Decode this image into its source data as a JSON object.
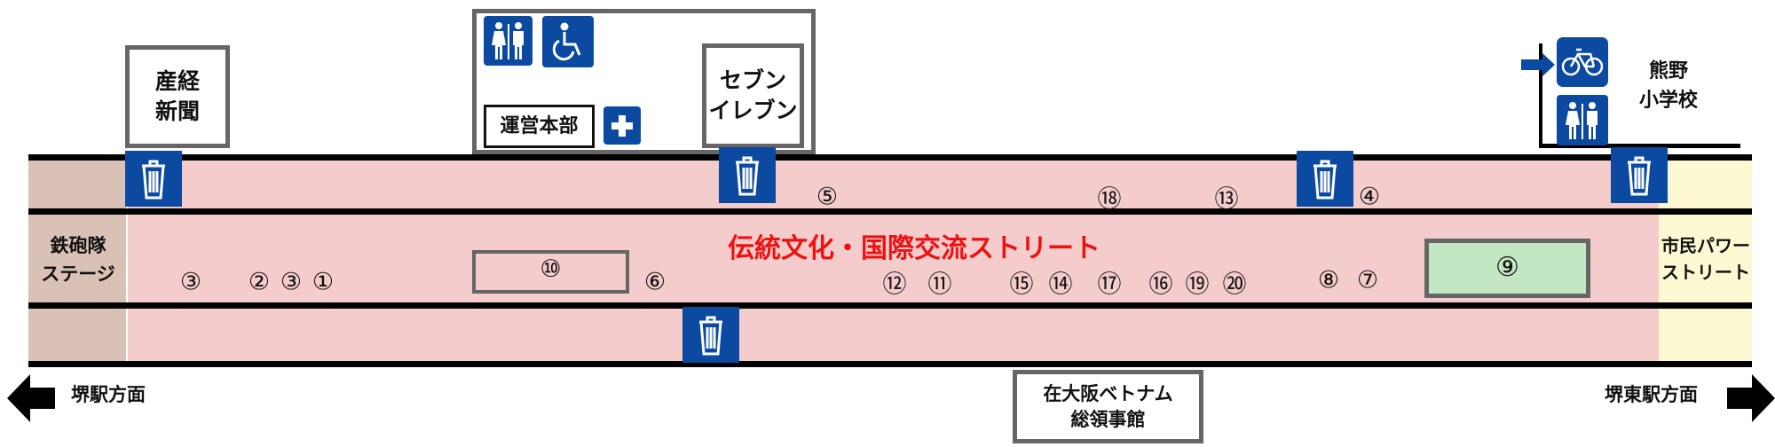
{
  "title": "伝統文化・国際交流ストリート",
  "left_stage": [
    "鉄砲隊",
    "ステージ"
  ],
  "right_street": [
    "市民パワー",
    "ストリート"
  ],
  "sankei": [
    "産経",
    "新聞"
  ],
  "seven": [
    "セブン",
    "イレブン"
  ],
  "hq": "運営本部",
  "school": [
    "熊野",
    "小学校"
  ],
  "consulate": [
    "在大阪ベトナム",
    "総領事館"
  ],
  "left_direction": "堺駅方面",
  "right_direction": "堺東駅方面",
  "booths_middle": [
    "③",
    "②",
    "③",
    "①",
    "⑥",
    "⑫",
    "⑪",
    "⑮",
    "⑭",
    "⑰",
    "⑯",
    "⑲",
    "⑳",
    "⑧",
    "⑦"
  ],
  "booths_top": [
    "⑤",
    "⑱",
    "⑬",
    "④"
  ],
  "booth_10": "⑩",
  "booth_9": "⑨",
  "icons": [
    "restroom-icon",
    "wheelchair-icon",
    "first-aid-icon",
    "trash-icon",
    "bicycle-parking-icon",
    "arrow-left-icon",
    "arrow-right-icon"
  ],
  "colors": {
    "street": "#f4cccc",
    "stage": "#d9c1b6",
    "power_street": "#fbf8d2",
    "sign_blue": "#0b4aa0",
    "title_red": "#ee1111",
    "booth9": "#c3e6c3"
  }
}
